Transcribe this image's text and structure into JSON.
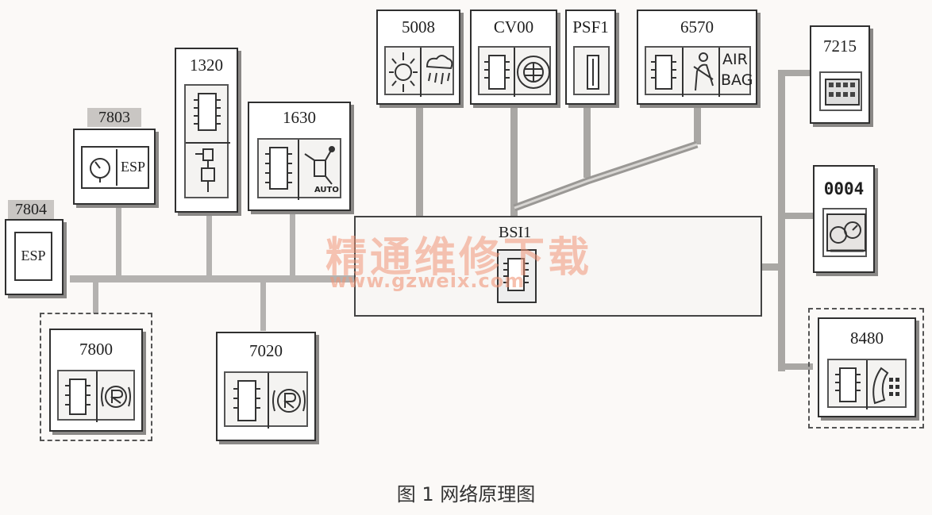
{
  "caption": "图 1   网络原理图",
  "watermark": {
    "line1": "精通维修下载",
    "line2": "www.gzweix.com"
  },
  "hub": {
    "label": "BSI1"
  },
  "modules": {
    "m7804": {
      "code": "7804",
      "icon_label": "ESP"
    },
    "m7803": {
      "code": "7803",
      "icon_label": "ESP"
    },
    "m1320": {
      "code": "1320"
    },
    "m1630": {
      "code": "1630",
      "icon_label": "AUTO"
    },
    "m5008": {
      "code": "5008"
    },
    "mCV00": {
      "code": "CV00"
    },
    "mPSF1": {
      "code": "PSF1"
    },
    "m6570": {
      "code": "6570",
      "icon_label_1": "AIR",
      "icon_label_2": "BAG"
    },
    "m7215": {
      "code": "7215"
    },
    "m0004": {
      "code": "0004"
    },
    "m8480": {
      "code": "8480"
    },
    "m7800": {
      "code": "7800"
    },
    "m7020": {
      "code": "7020"
    }
  }
}
